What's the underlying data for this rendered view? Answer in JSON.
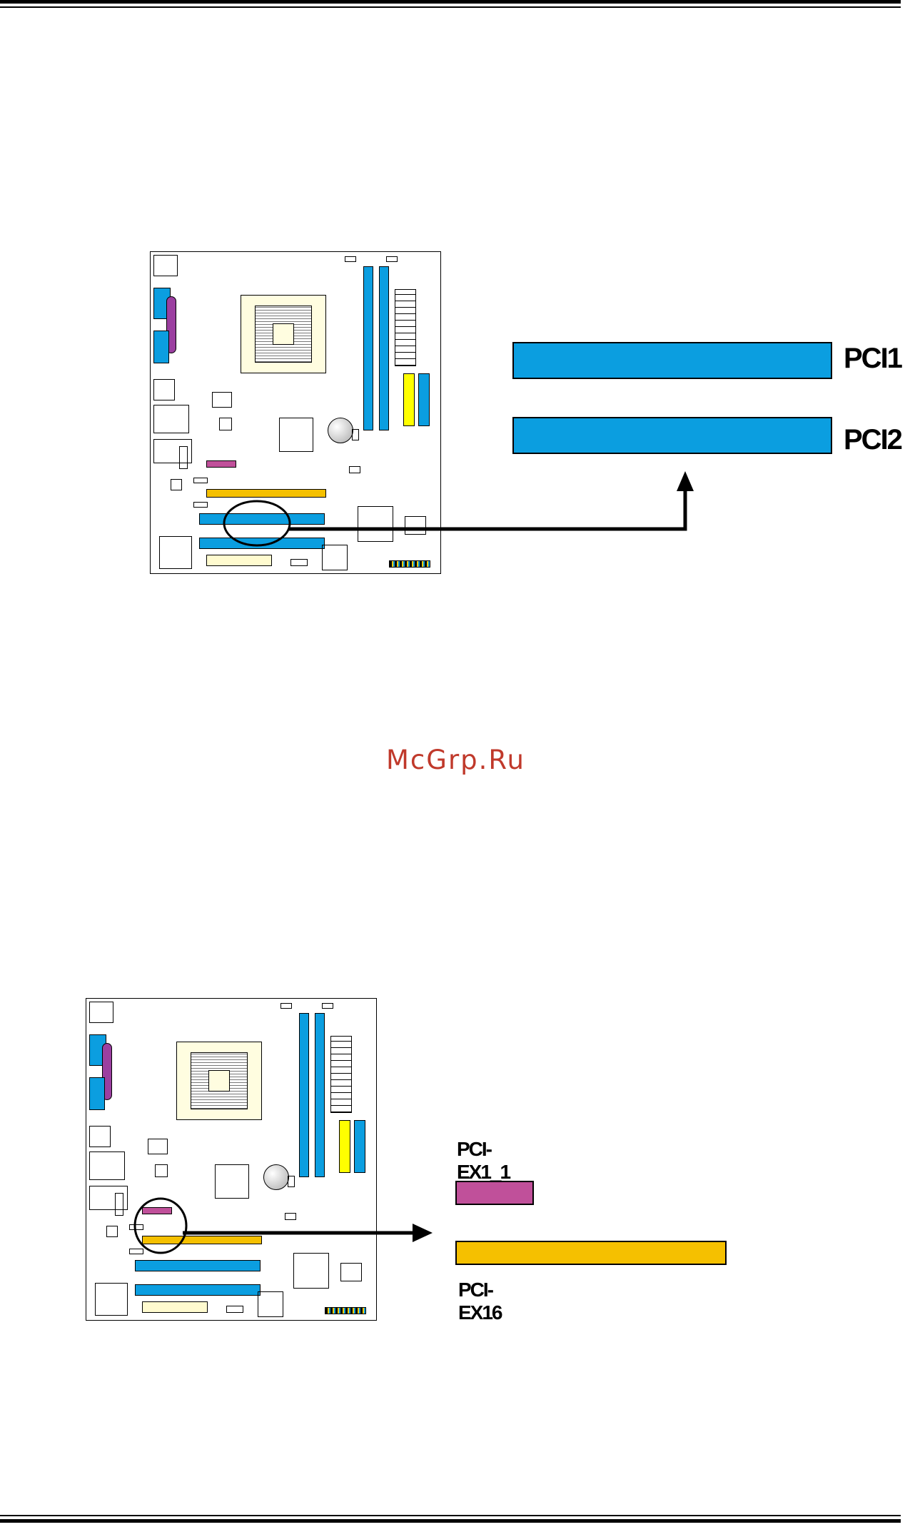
{
  "watermark": "McGrp.Ru",
  "figure_pci": {
    "slot_labels": [
      "PCI1",
      "PCI2"
    ]
  },
  "figure_pcie": {
    "slot_labels": [
      "PCI-EX1_1",
      "PCI-EX16"
    ]
  },
  "colors": {
    "pci_slot": "#0b9ee0",
    "pcie_x1": "#c0509a",
    "pcie_x16": "#f5c000",
    "dimm_yellow": "#ffff00",
    "arrow": "#000000"
  }
}
